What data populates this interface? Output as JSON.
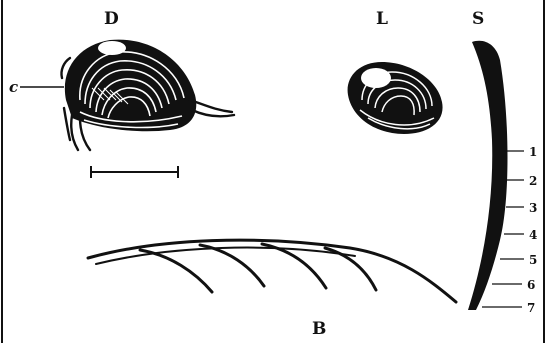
{
  "figure": {
    "labels": {
      "panel_d": "D",
      "panel_l": "L",
      "panel_s": "S",
      "panel_b": "B",
      "callout_c": "c"
    },
    "scale_ticks": [
      "1",
      "2",
      "3",
      "4",
      "5",
      "6",
      "7"
    ]
  }
}
